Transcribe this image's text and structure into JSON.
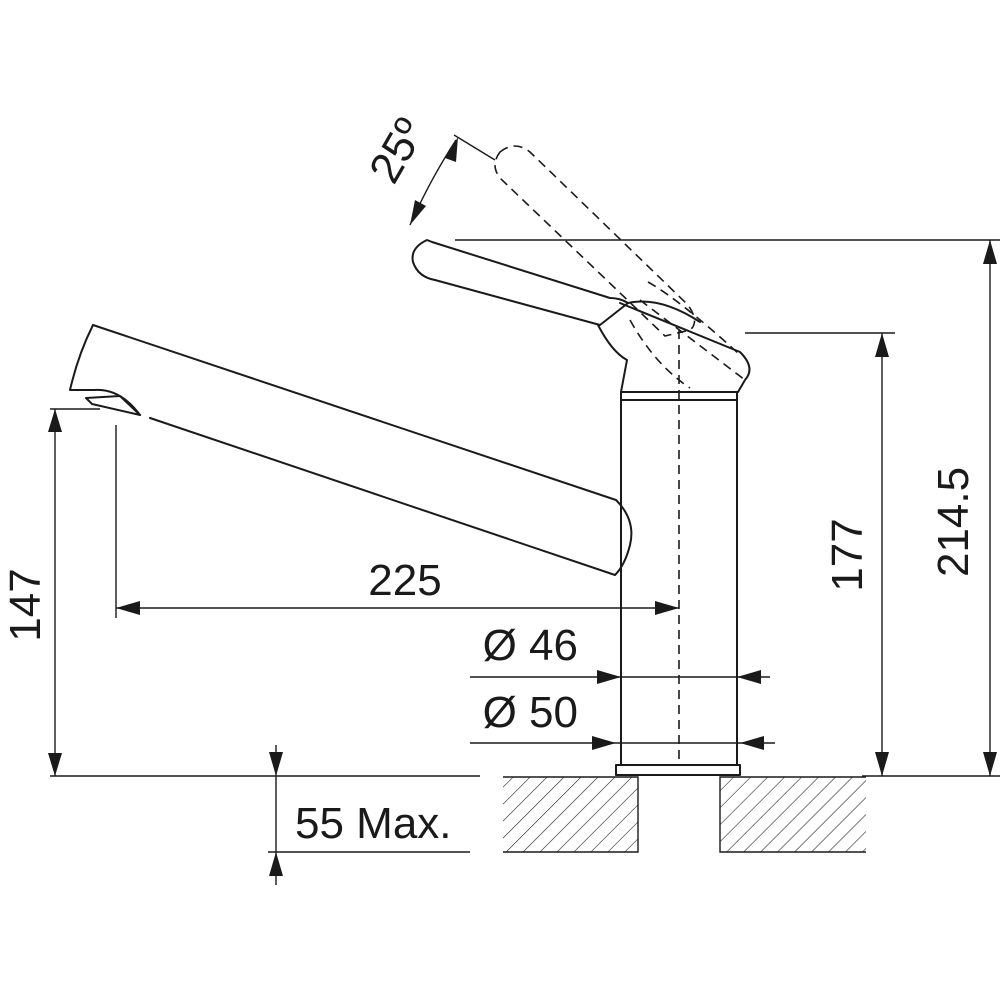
{
  "dimensions": {
    "spout_height": "147",
    "reach": "225",
    "body_height": "177",
    "total_height": "214.5",
    "body_diameter": "Ø 46",
    "base_diameter": "Ø 50",
    "deck_thickness": "55 Max.",
    "lever_angle": "25º"
  },
  "colors": {
    "line": "#1a1a1a",
    "background": "#ffffff"
  }
}
